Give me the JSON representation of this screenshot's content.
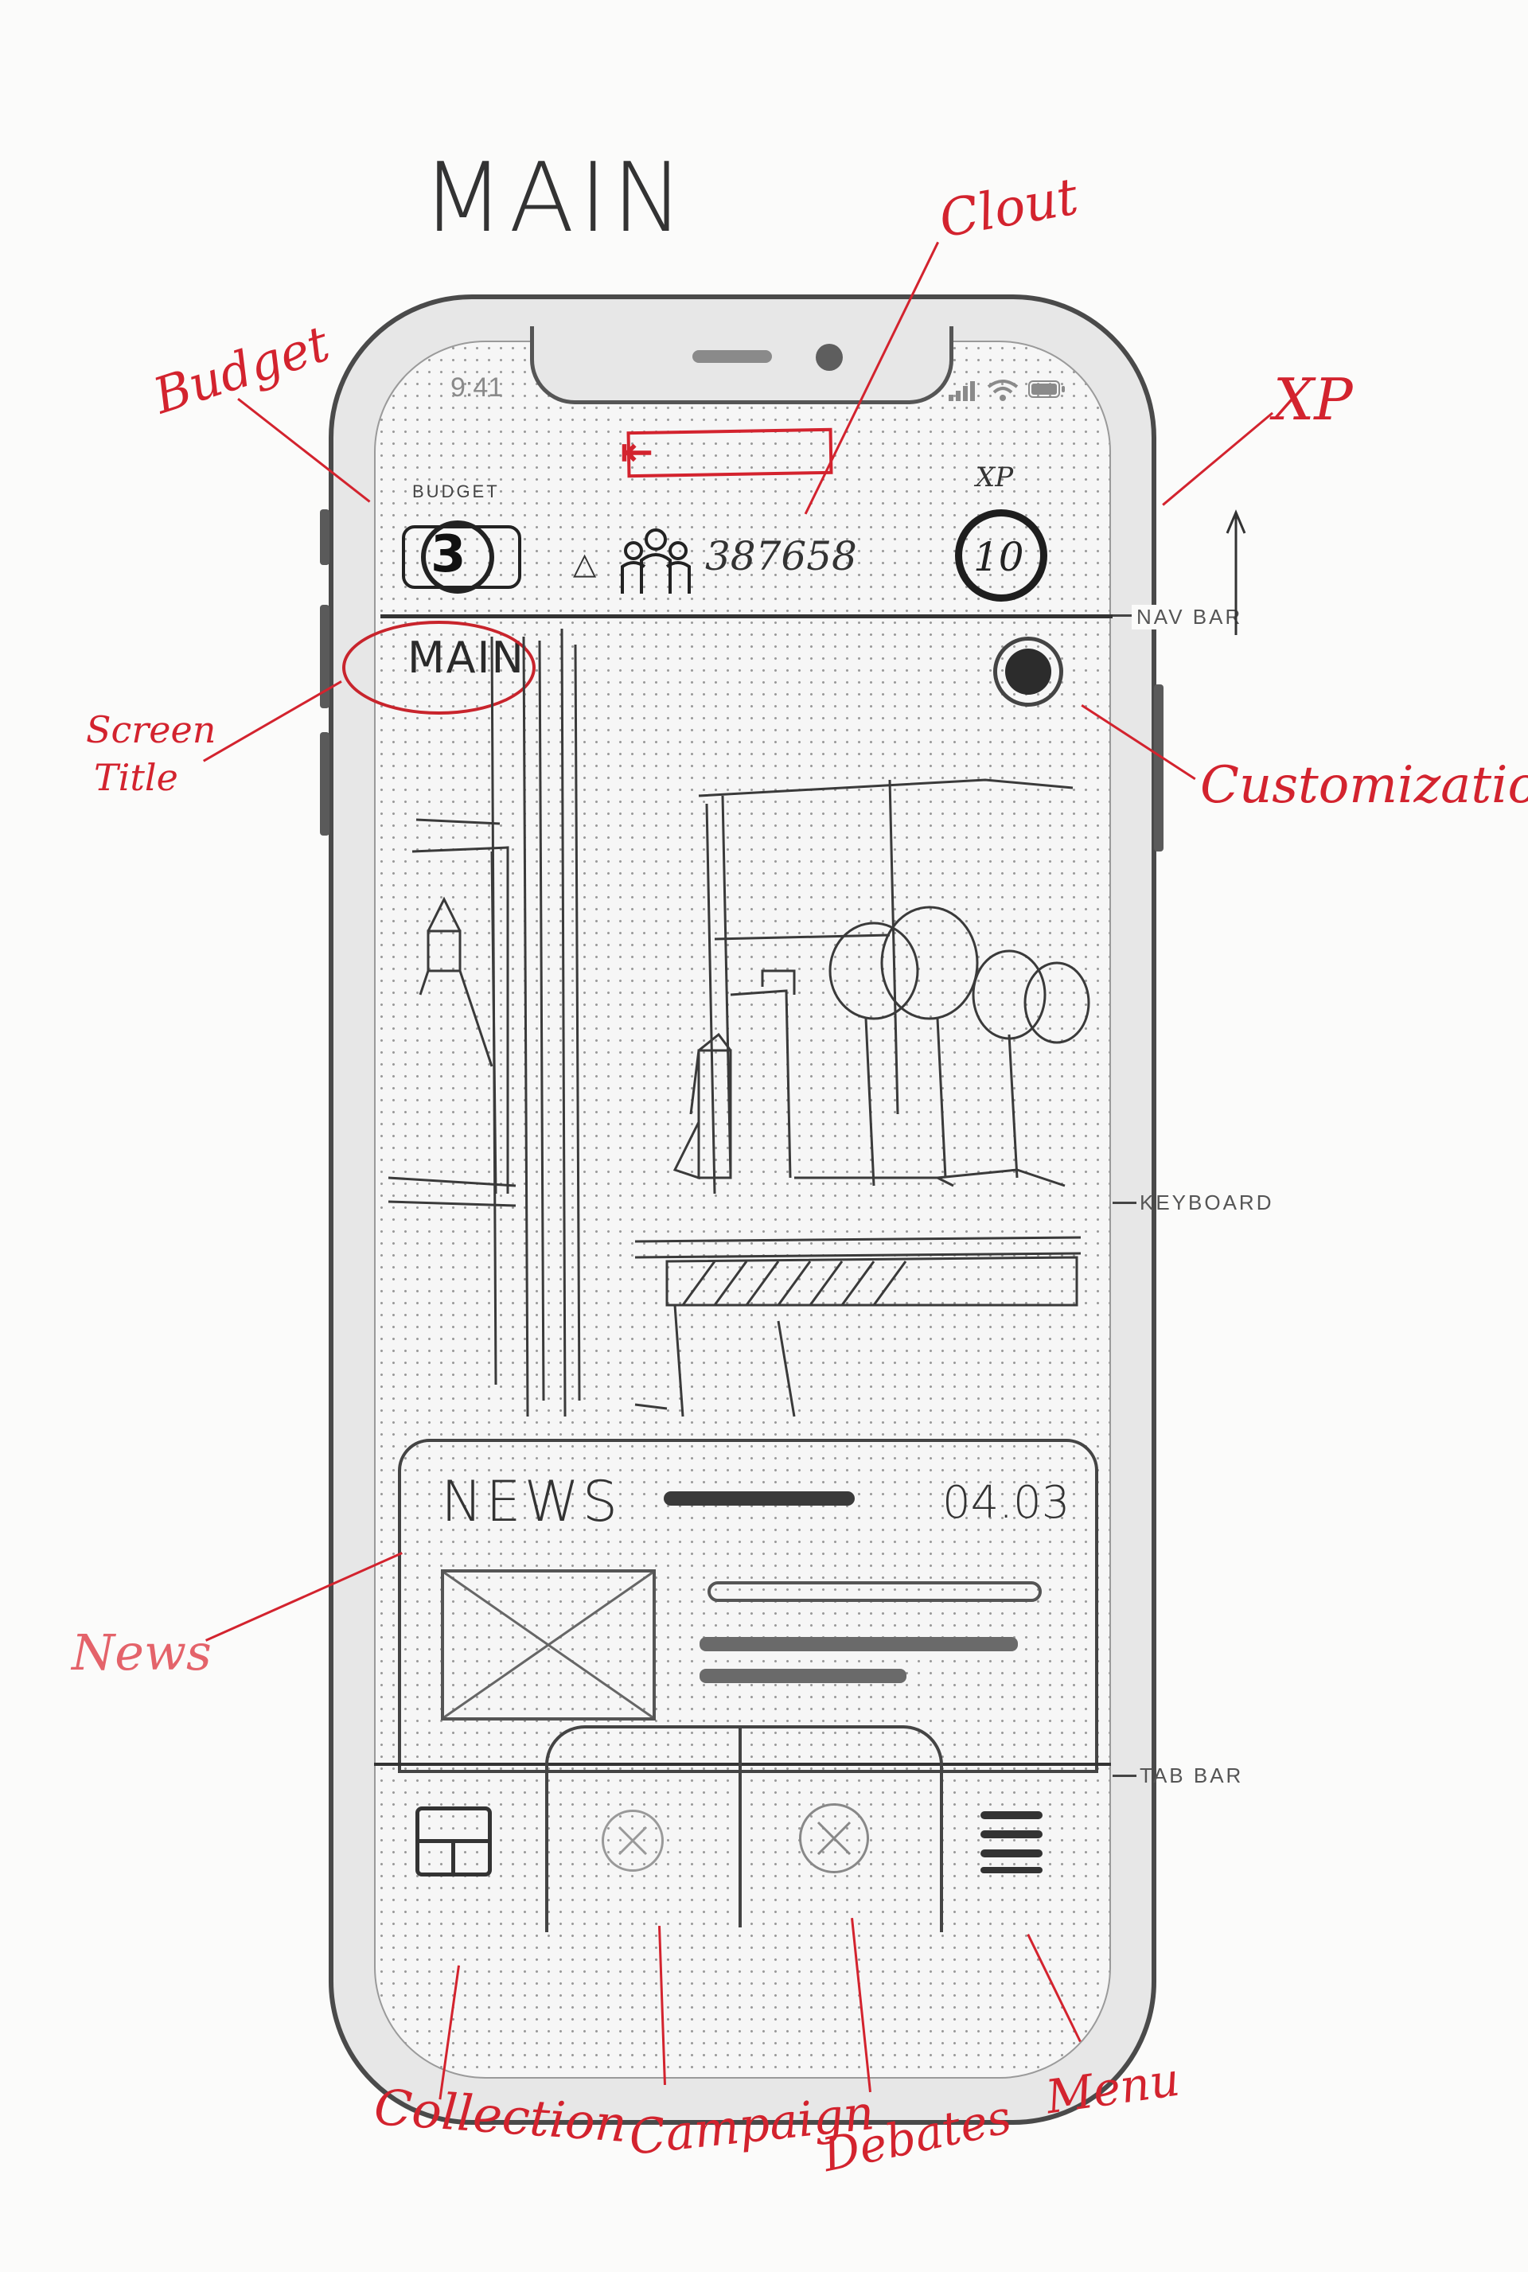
{
  "sketch": {
    "title": "MAIN"
  },
  "status_bar": {
    "time": "9:41"
  },
  "nav_bar": {
    "budget_label": "BUDGET",
    "budget_value": "3",
    "clout_value": "387658",
    "xp_label": "XP",
    "xp_value": "10",
    "screen_title": "MAIN",
    "customization_icon": "globe-icon"
  },
  "news_card": {
    "title": "NEWS",
    "date": "04.03"
  },
  "tab_bar": {
    "items": [
      {
        "name": "collection",
        "icon": "grid-icon"
      },
      {
        "name": "campaign",
        "icon": "circle-x-icon"
      },
      {
        "name": "debates",
        "icon": "circle-x-icon"
      },
      {
        "name": "menu",
        "icon": "hamburger-icon"
      }
    ]
  },
  "callouts": {
    "nav_bar": "NAV BAR",
    "keyboard": "KEYBOARD",
    "tab_bar": "TAB BAR"
  },
  "annotations": {
    "budget": "Budget",
    "clout": "Clout",
    "xp": "XP",
    "screen_title_1": "Screen",
    "screen_title_2": "Title",
    "customization": "Customization",
    "news": "News",
    "collection": "Collection",
    "campaign": "Campaign",
    "debates": "Debates",
    "menu": "Menu"
  },
  "colors": {
    "annotation": "#d3232e",
    "pencil": "#333333",
    "device": "#e7e7e7"
  }
}
